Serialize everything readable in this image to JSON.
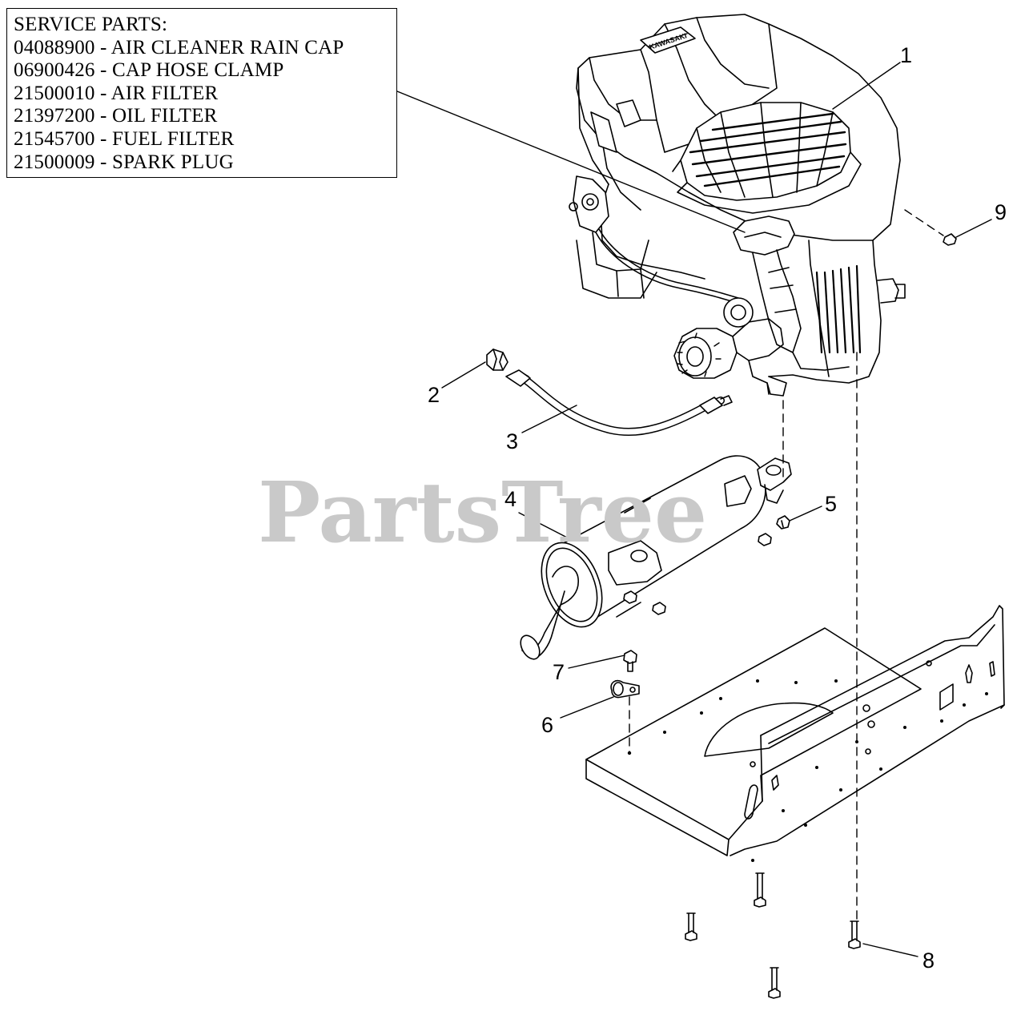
{
  "service_parts": {
    "heading": "SERVICE PARTS:",
    "items": [
      {
        "part_no": "04088900",
        "desc": "AIR CLEANER RAIN CAP"
      },
      {
        "part_no": "06900426",
        "desc": "CAP HOSE CLAMP"
      },
      {
        "part_no": "21500010",
        "desc": "AIR FILTER"
      },
      {
        "part_no": "21397200",
        "desc": "OIL FILTER"
      },
      {
        "part_no": "21545700",
        "desc": "FUEL FILTER"
      },
      {
        "part_no": "21500009",
        "desc": "SPARK PLUG"
      }
    ],
    "separator": " - "
  },
  "watermark": "PartsTree",
  "callouts": [
    "1",
    "2",
    "3",
    "4",
    "5",
    "6",
    "7",
    "8",
    "9"
  ],
  "engine_logo_text": "KAWASAKI",
  "colors": {
    "line": "#000000",
    "watermark": "#c9c9c9",
    "background": "#ffffff"
  }
}
